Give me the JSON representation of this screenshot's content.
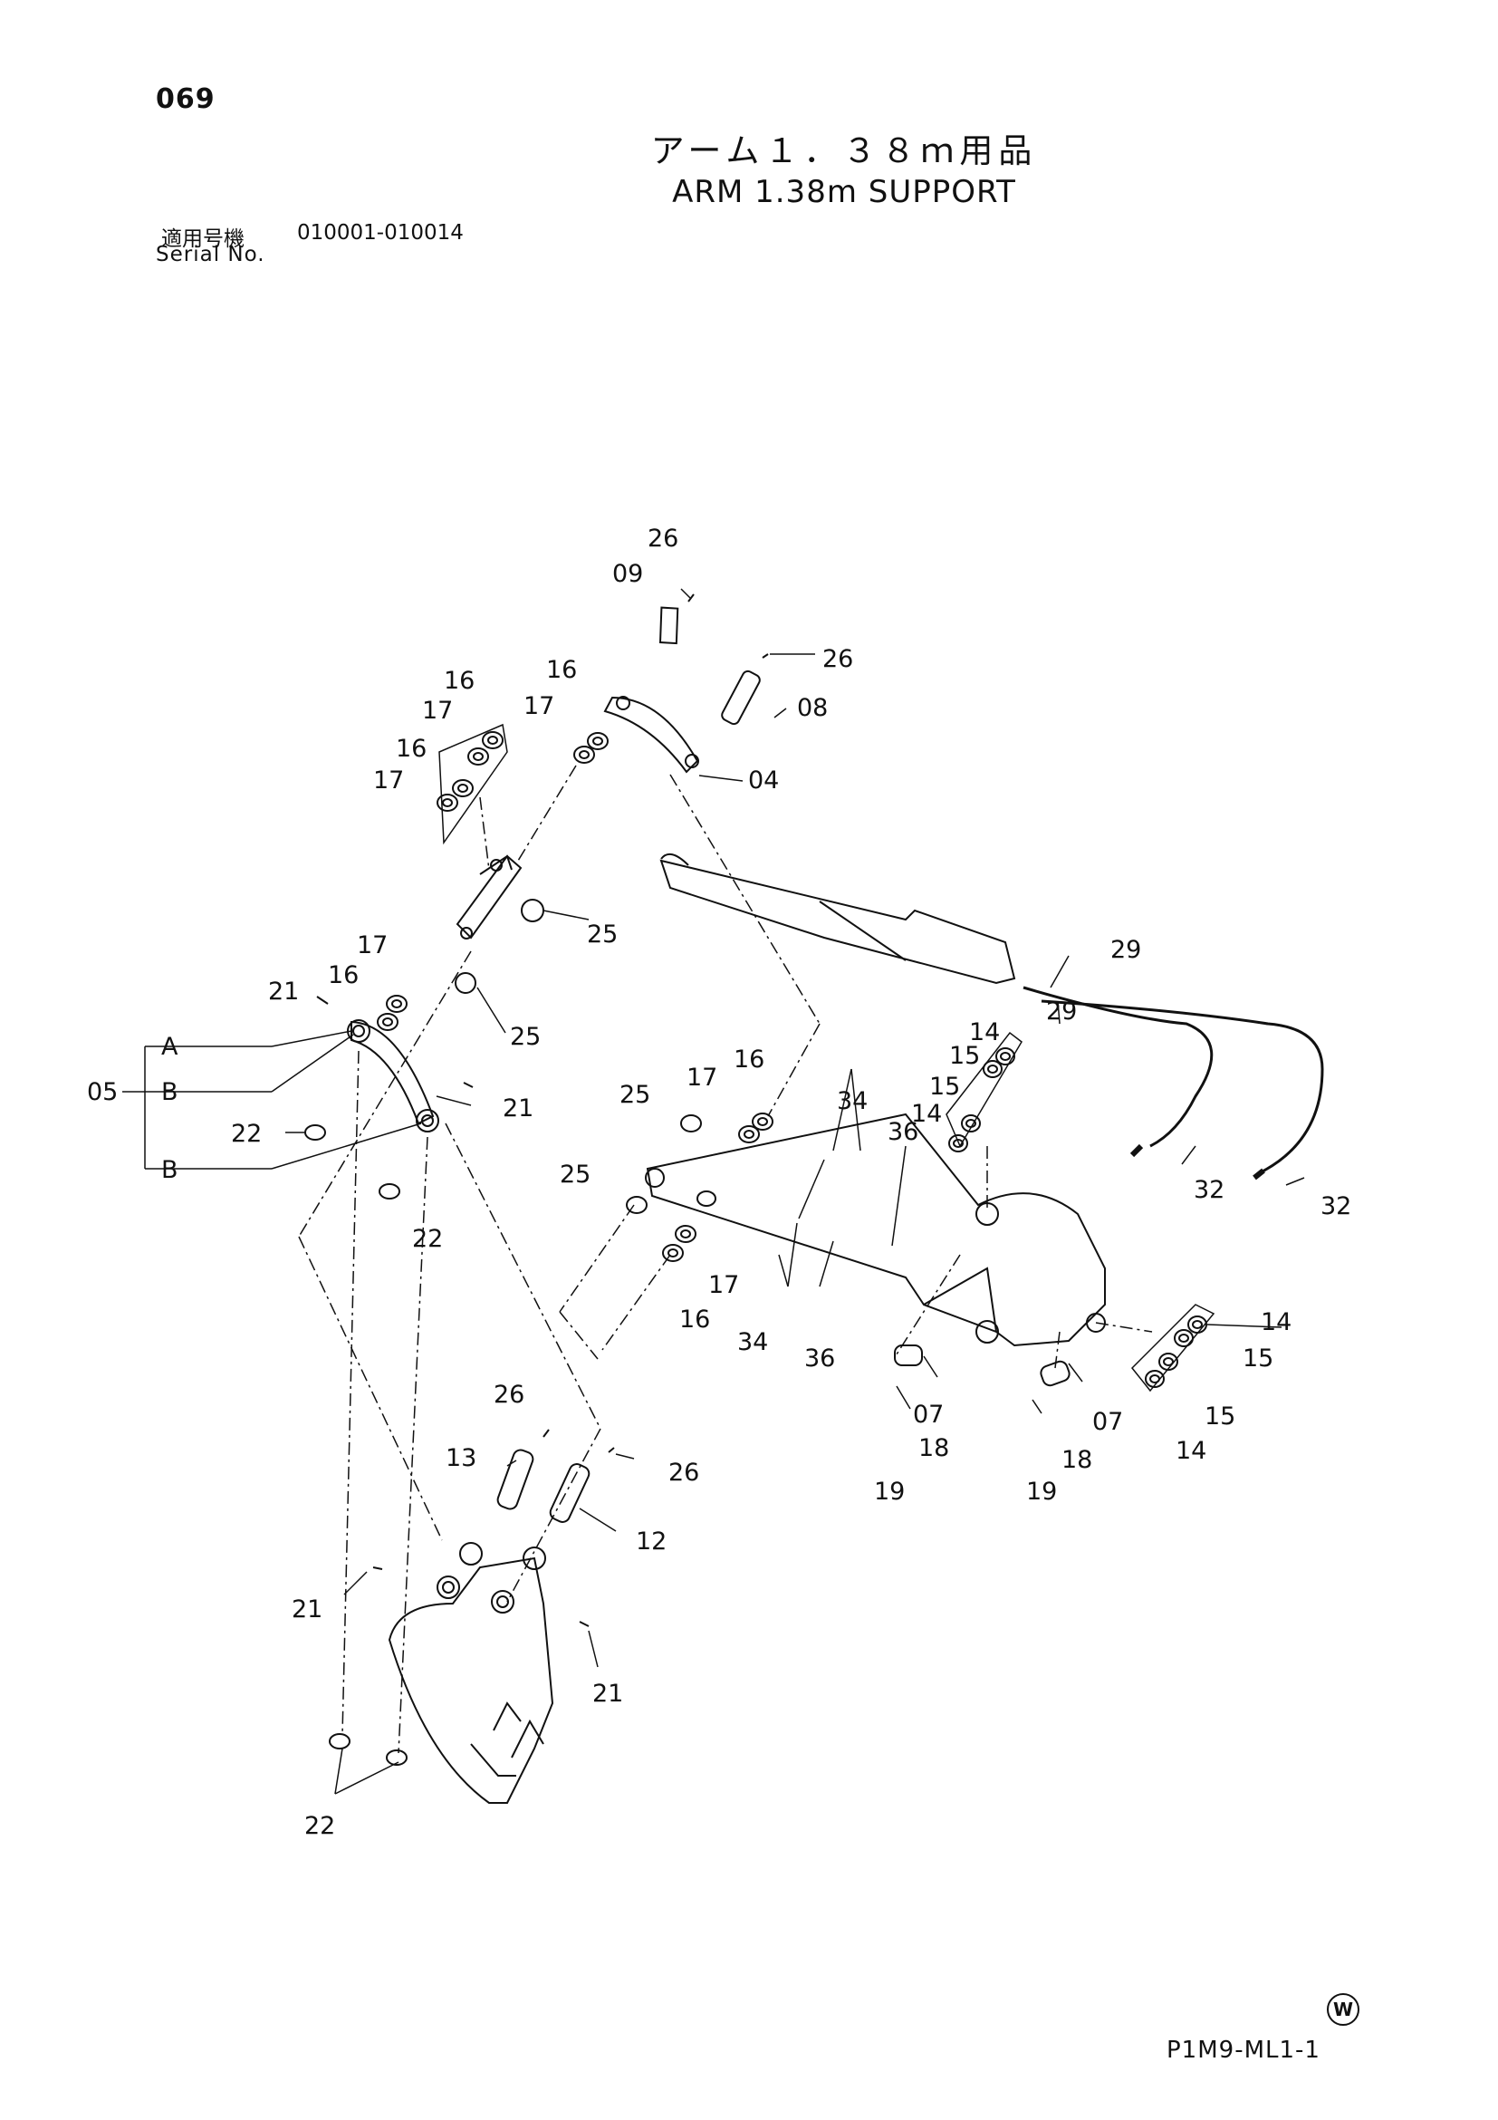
{
  "header": {
    "page_number": "069",
    "title_jp": "アーム１．３８ｍ用品",
    "title_en": "ARM 1.38m SUPPORT",
    "serial_label_jp": "適用号機",
    "serial_label_en": "Serial No.",
    "serial_range": "010001-010014"
  },
  "callouts": {
    "c04": "04",
    "c05": "05",
    "c05A": "A",
    "c05B1": "B",
    "c05B2": "B",
    "c07a": "07",
    "c07b": "07",
    "c08": "08",
    "c09": "09",
    "c12": "12",
    "c13": "13",
    "c14a": "14",
    "c14b": "14",
    "c14c": "14",
    "c14d": "14",
    "c15a": "15",
    "c15b": "15",
    "c15c": "15",
    "c15d": "15",
    "c16a": "16",
    "c16b": "16",
    "c16c": "16",
    "c16d": "16",
    "c16e": "16",
    "c16f": "16",
    "c17a": "17",
    "c17b": "17",
    "c17c": "17",
    "c17d": "17",
    "c17e": "17",
    "c17f": "17",
    "c18a": "18",
    "c18b": "18",
    "c19a": "19",
    "c19b": "19",
    "c21a": "21",
    "c21b": "21",
    "c21c": "21",
    "c21d": "21",
    "c22a": "22",
    "c22b": "22",
    "c22c": "22",
    "c25a": "25",
    "c25b": "25",
    "c25c": "25",
    "c25d": "25",
    "c26a": "26",
    "c26b": "26",
    "c26c": "26",
    "c26d": "26",
    "c29a": "29",
    "c29b": "29",
    "c32a": "32",
    "c32b": "32",
    "c34a": "34",
    "c34b": "34",
    "c36a": "36",
    "c36b": "36"
  },
  "footer": {
    "mark": "W",
    "drawing_code": "P1M9-ML1-1"
  }
}
